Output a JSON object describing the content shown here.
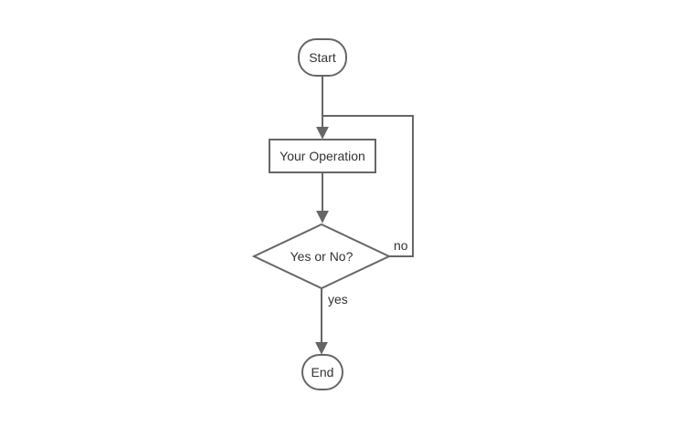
{
  "diagram": {
    "type": "flowchart",
    "nodes": {
      "start": {
        "label": "Start",
        "shape": "terminator"
      },
      "operation": {
        "label": "Your Operation",
        "shape": "process"
      },
      "decision": {
        "label": "Yes or No?",
        "shape": "decision"
      },
      "end": {
        "label": "End",
        "shape": "terminator"
      }
    },
    "edge_labels": {
      "no": "no",
      "yes": "yes"
    },
    "colors": {
      "line_stroke": "#666666",
      "node_fill": "#ffffff",
      "text": "#333333",
      "background": "#ffffff"
    }
  }
}
